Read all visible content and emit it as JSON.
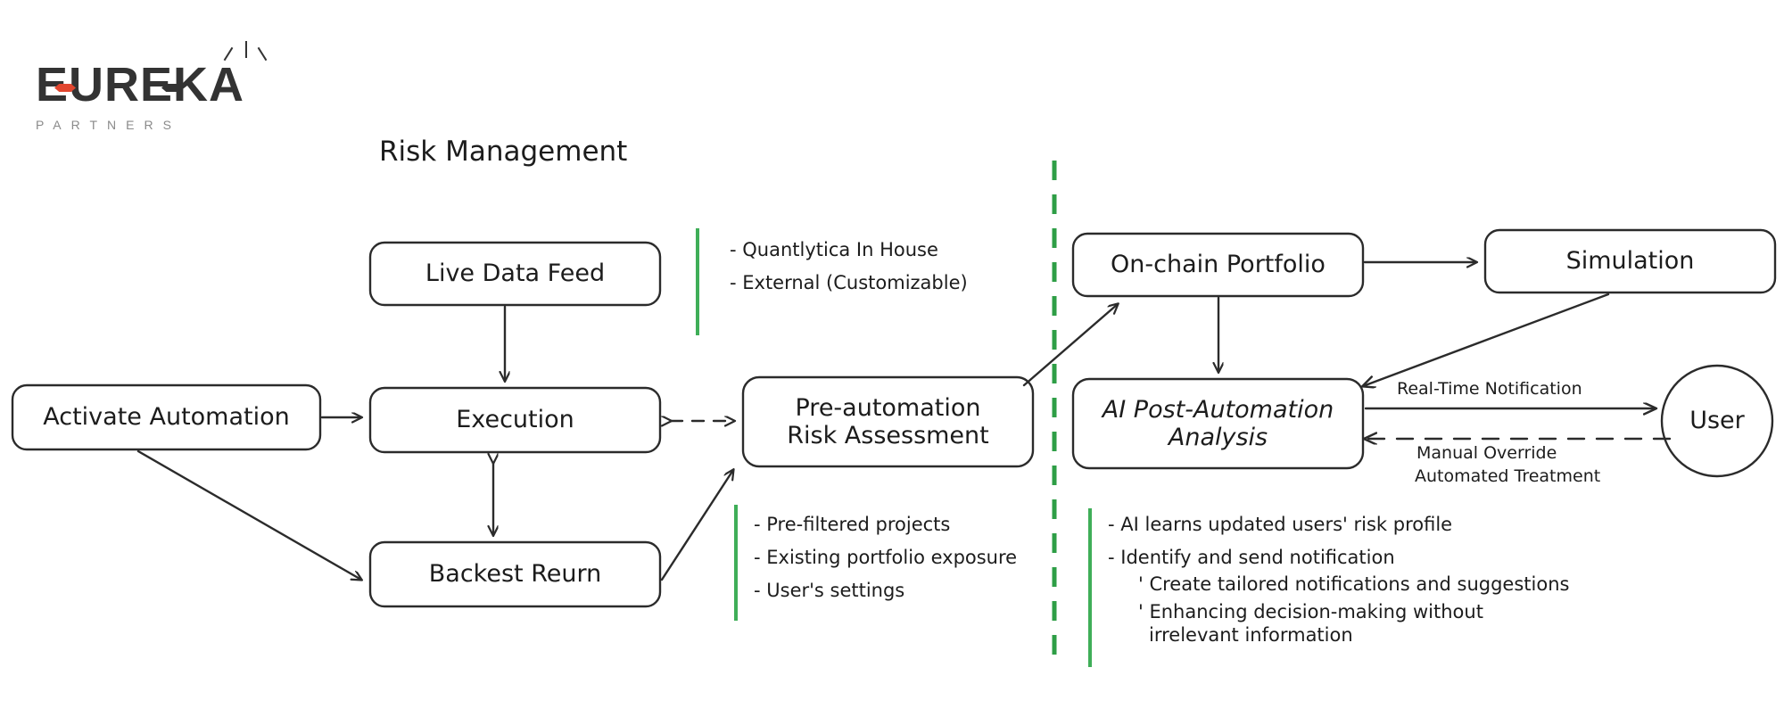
{
  "brand": {
    "name": "EUREKA",
    "tagline": "PARTNERS"
  },
  "diagram": {
    "title": "Risk Management",
    "divider_color": "#2e9e46",
    "stroke_color": "#2b2b2b",
    "nodes": [
      {
        "id": "activate-automation",
        "label": "Activate Automation"
      },
      {
        "id": "live-data-feed",
        "label": "Live Data Feed"
      },
      {
        "id": "execution",
        "label": "Execution"
      },
      {
        "id": "backest-reurn",
        "label": "Backest Reurn"
      },
      {
        "id": "pre-automation-risk",
        "label": "Pre-automation\nRisk Assessment"
      },
      {
        "id": "on-chain-portfolio",
        "label": "On-chain Portfolio"
      },
      {
        "id": "simulation",
        "label": "Simulation"
      },
      {
        "id": "ai-post-automation",
        "label": "AI Post-Automation\nAnalysis"
      },
      {
        "id": "user",
        "label": "User"
      }
    ],
    "node_labels": {
      "activate_automation": "Activate Automation",
      "live_data_feed": "Live Data Feed",
      "execution": "Execution",
      "backest_reurn": "Backest Reurn",
      "pre_automation_line1": "Pre-automation",
      "pre_automation_line2": "Risk Assessment",
      "on_chain_portfolio": "On-chain Portfolio",
      "simulation": "Simulation",
      "ai_post_line1": "AI Post-Automation",
      "ai_post_line2": "Analysis",
      "user": "User"
    },
    "edge_labels": {
      "real_time_notification": "Real-Time Notification",
      "manual_override": "Manual Override",
      "automated_treatment": "Automated Treatment"
    },
    "notes": {
      "data_sources": [
        "- Quantlytica In House",
        "- External (Customizable)"
      ],
      "risk_inputs": [
        "- Pre-filtered projects",
        "- Existing portfolio exposure",
        "- User's settings"
      ],
      "ai_analysis": {
        "line1": "- AI learns updated users' risk profile",
        "line2": "- Identify and send notification",
        "sub1": "' Create tailored notifications and suggestions",
        "sub2": "' Enhancing decision-making without",
        "sub2_cont": "irrelevant information"
      }
    }
  }
}
